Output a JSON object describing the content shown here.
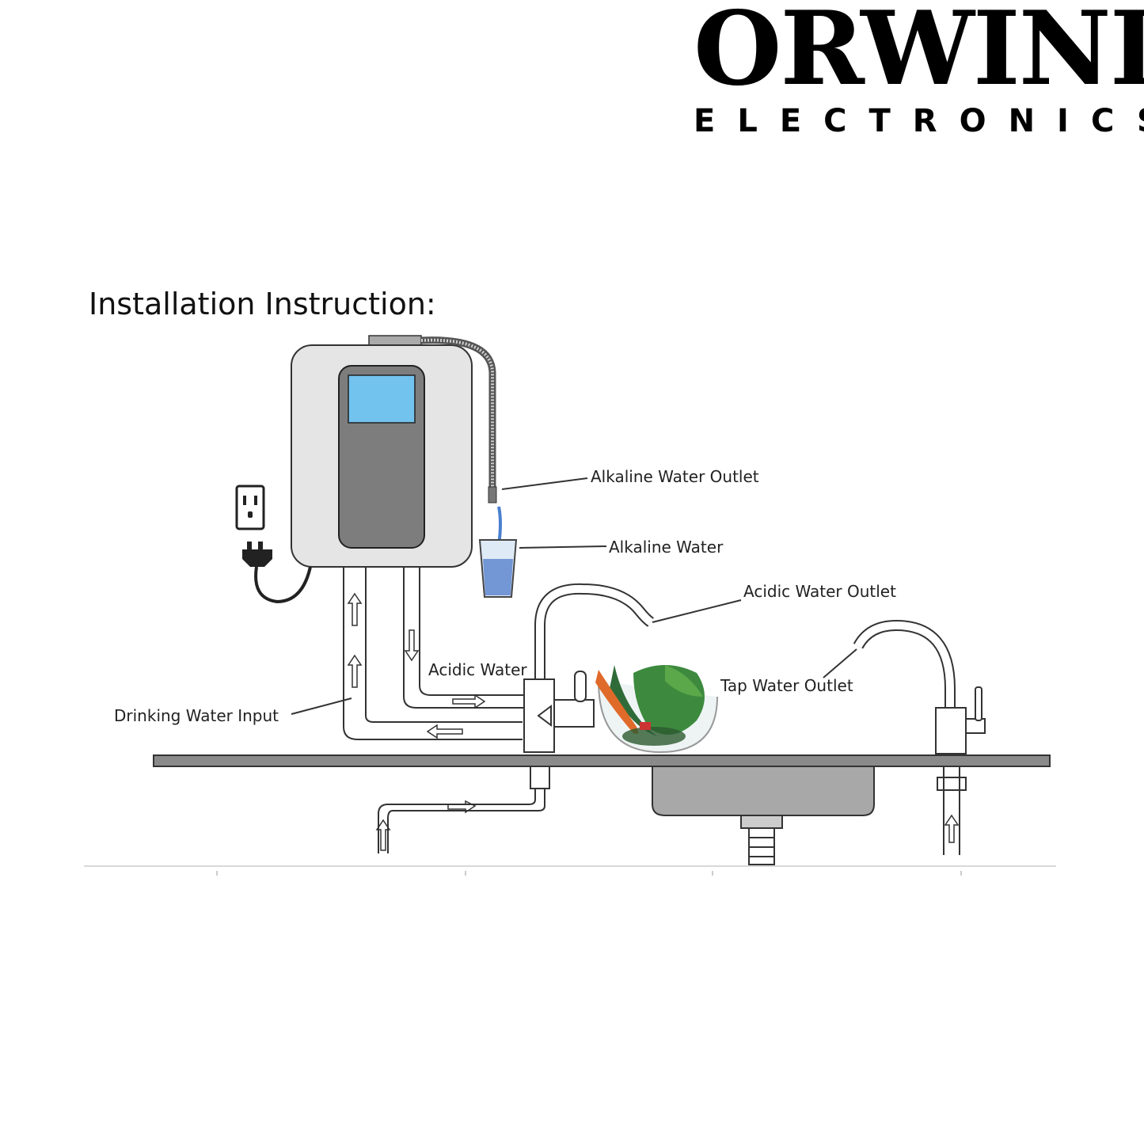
{
  "brand": {
    "name": "ORWIND",
    "subtitle": "ELECTRONICS"
  },
  "title": "Installation Instruction:",
  "labels": {
    "alkaline_outlet": "Alkaline Water Outlet",
    "alkaline_water": "Alkaline Water",
    "acidic_outlet": "Acidic  Water Outlet",
    "acidic_water": "Acidic  Water",
    "tap_outlet": "Tap  Water Outlet",
    "drinking_input": "Drinking Water Input"
  },
  "colors": {
    "screen": "#72c3ee",
    "body": "#e5e5e5",
    "panel": "#7d7d7d",
    "counter": "#8a8a8a",
    "sink": "#a8a8a8"
  },
  "icons": [
    "power-outlet-icon",
    "plug-icon",
    "water-glass-icon",
    "vegetable-bowl-icon",
    "flow-arrow-icon"
  ]
}
